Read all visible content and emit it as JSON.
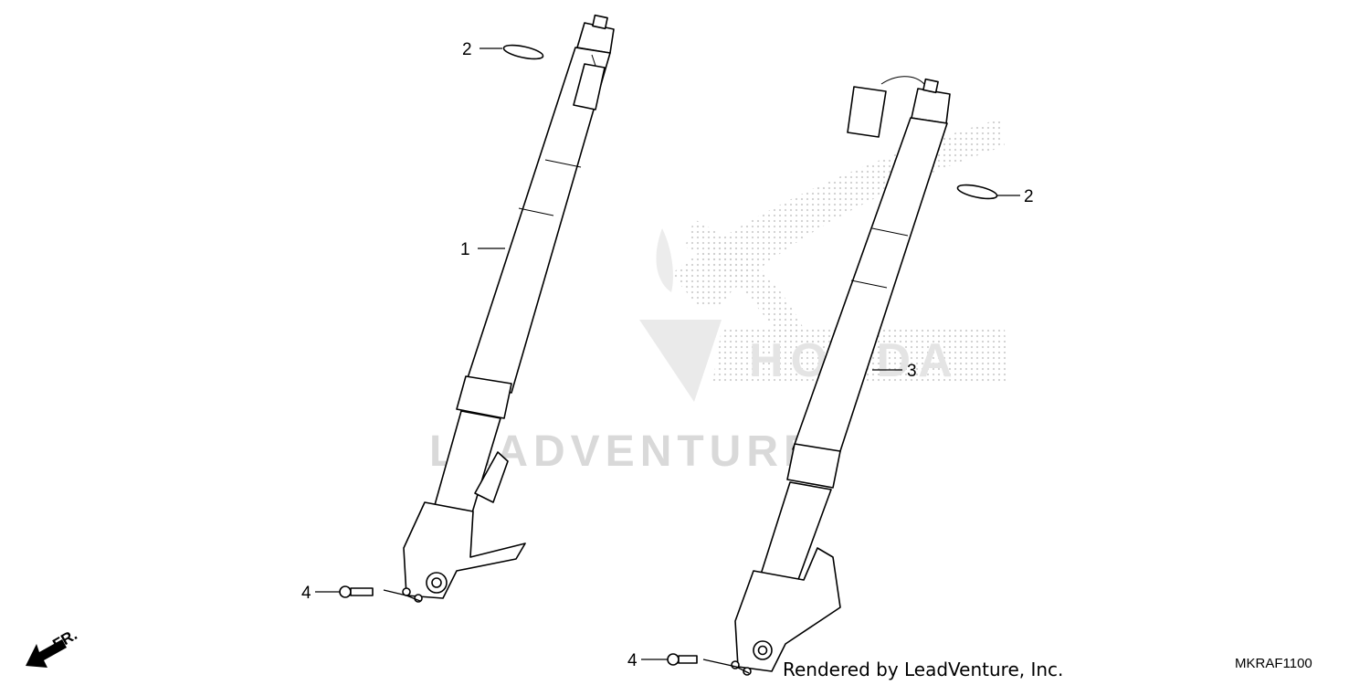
{
  "callouts": {
    "c1": "1",
    "c2a": "2",
    "c2b": "2",
    "c3": "3",
    "c4a": "4",
    "c4b": "4"
  },
  "direction_label": "FR.",
  "credit": "Rendered by LeadVenture, Inc.",
  "diagram_code": "MKRAF1100",
  "watermark": {
    "brand_text": "LEADVENTURE",
    "logo_letters": "HONDA"
  },
  "colors": {
    "line": "#000000",
    "watermark": "#d9d9d9"
  }
}
